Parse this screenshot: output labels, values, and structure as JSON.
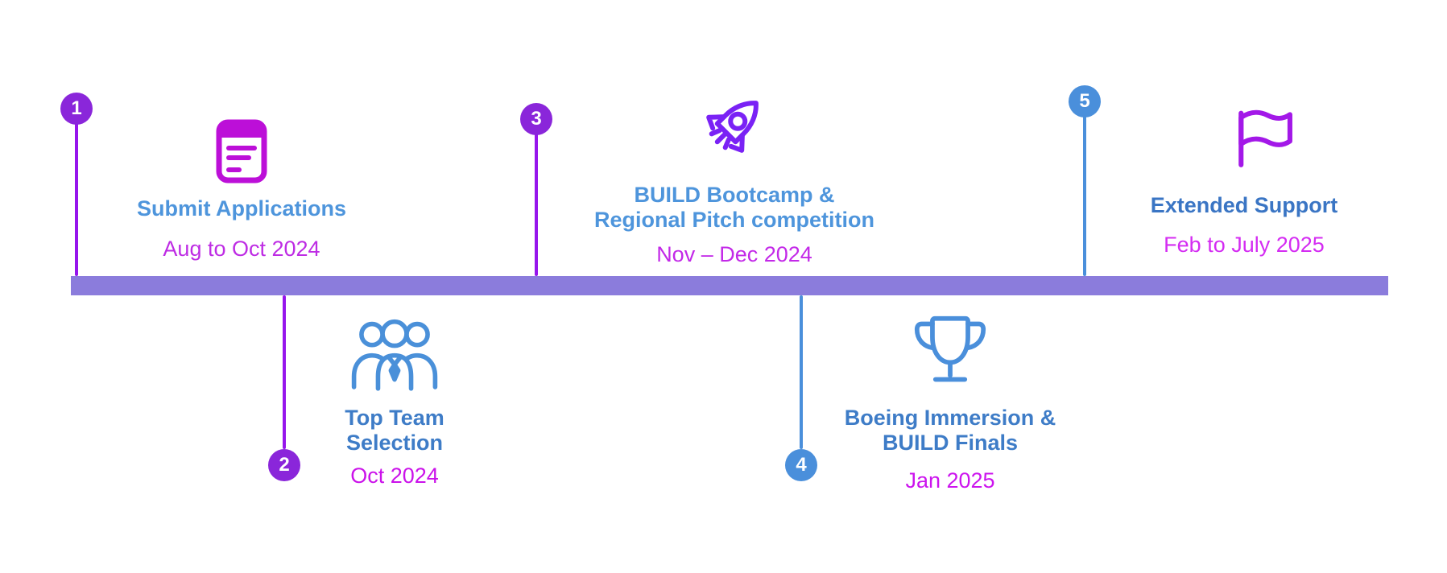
{
  "timeline": {
    "bar_color": "#8B7CDC",
    "milestones": [
      {
        "number": "1",
        "title": "Submit Applications",
        "date": "Aug to Oct 2024",
        "icon": "document-icon",
        "side": "top",
        "marker_color": "#8A26DA",
        "line_color": "#9615EC",
        "title_color": "#4E95DC",
        "date_color": "#BE2CE4",
        "icon_color": "#BC0FD8"
      },
      {
        "number": "2",
        "title": "Top Team\nSelection",
        "date": "Oct 2024",
        "icon": "team-icon",
        "side": "bottom",
        "marker_color": "#8A26DA",
        "line_color": "#9615EC",
        "title_color": "#3E7CC7",
        "date_color": "#CB12EA",
        "icon_color": "#4A90D9"
      },
      {
        "number": "3",
        "title": "BUILD Bootcamp &\nRegional Pitch competition",
        "date": "Nov – Dec 2024",
        "icon": "rocket-icon",
        "side": "top",
        "marker_color": "#8A26DA",
        "line_color": "#9615EC",
        "title_color": "#4E95DC",
        "date_color": "#C329E8",
        "icon_color": "#7A22F5"
      },
      {
        "number": "4",
        "title": "Boeing Immersion &\nBUILD Finals",
        "date": "Jan 2025",
        "icon": "trophy-icon",
        "side": "bottom",
        "marker_color": "#4A8FDB",
        "line_color": "#4A8FDB",
        "title_color": "#3E7CC7",
        "date_color": "#CC14EE",
        "icon_color": "#4A8FDB"
      },
      {
        "number": "5",
        "title": "Extended Support",
        "date": "Feb to July 2025",
        "icon": "flag-icon",
        "side": "top",
        "marker_color": "#4A8FDB",
        "line_color": "#4A8FDB",
        "title_color": "#3A75C4",
        "date_color": "#D42CF2",
        "icon_color": "#A318E8"
      }
    ]
  }
}
